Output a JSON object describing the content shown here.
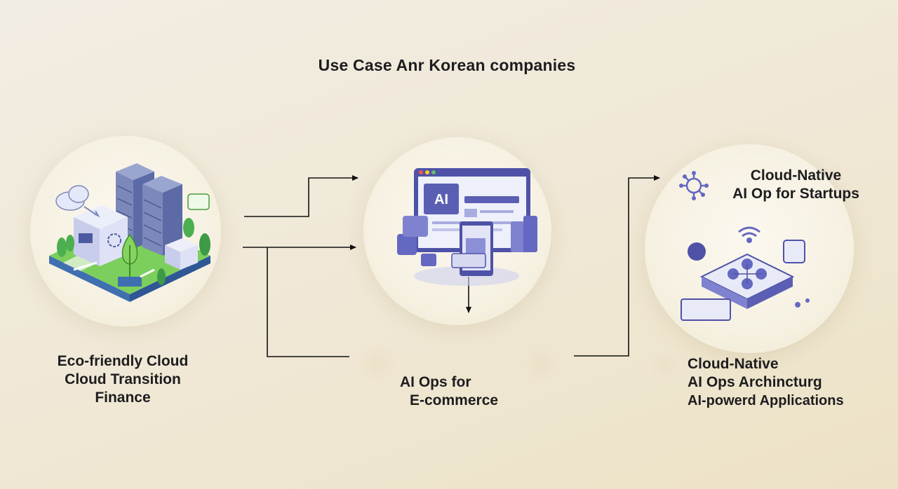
{
  "title": "Use Case Anr Korean companies",
  "nodes": [
    {
      "id": "eco",
      "lines": [
        "Eco-friendly Cloud",
        "Cloud Transition",
        "Finance"
      ]
    },
    {
      "id": "aiops",
      "lines": [
        "AI Ops for",
        "E-commerce"
      ],
      "screen_text": "AI"
    },
    {
      "id": "cloudnative",
      "header_lines": [
        "Cloud-Native",
        "AI Op for Startups"
      ],
      "lines": [
        "Cloud-Native",
        "AI Ops Archincturg",
        "AI-powerd Applications"
      ]
    }
  ],
  "colors": {
    "background": "#f0e9d8",
    "accent": "#5b5fb3",
    "accent_light": "#a9acdf",
    "grass": "#7ccf5c",
    "connector": "#111111"
  }
}
